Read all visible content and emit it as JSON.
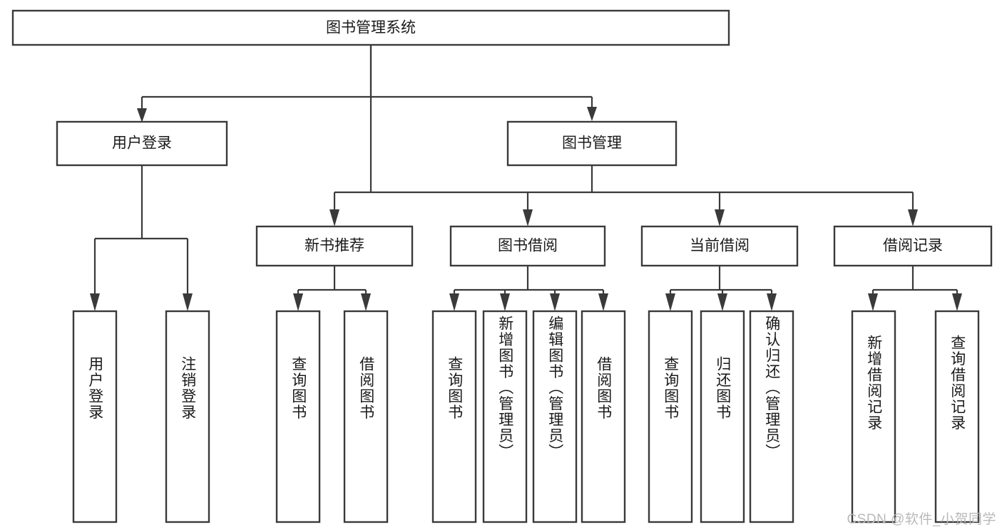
{
  "diagram": {
    "type": "tree-hierarchy",
    "title": "图书管理系统",
    "orientation": "top-down",
    "colors": {
      "box_fill": "#ffffff",
      "box_stroke": "#3a3a3a",
      "connector": "#3a3a3a",
      "text": "#1a1a1a",
      "watermark": "#b9b9b9",
      "background": "#ffffff"
    },
    "root": {
      "id": "root",
      "label": "图书管理系统",
      "text_orientation": "horizontal"
    },
    "level2": [
      {
        "id": "user-login",
        "label": "用户登录",
        "text_orientation": "horizontal"
      },
      {
        "id": "book-management",
        "label": "图书管理",
        "text_orientation": "horizontal"
      }
    ],
    "level3": [
      {
        "id": "new-book-recommend",
        "label": "新书推荐",
        "parent": "book-management",
        "text_orientation": "horizontal"
      },
      {
        "id": "book-borrow",
        "label": "图书借阅",
        "parent": "book-management",
        "text_orientation": "horizontal"
      },
      {
        "id": "current-borrow",
        "label": "当前借阅",
        "parent": "book-management",
        "text_orientation": "horizontal"
      },
      {
        "id": "borrow-record",
        "label": "借阅记录",
        "parent": "book-management",
        "text_orientation": "horizontal"
      }
    ],
    "leaves": [
      {
        "id": "leaf-user-login",
        "label": "用户登录",
        "parent": "user-login",
        "text_orientation": "vertical"
      },
      {
        "id": "leaf-user-logout",
        "label": "注销登录",
        "parent": "user-login",
        "text_orientation": "vertical"
      },
      {
        "id": "leaf-query-book-1",
        "label": "查询图书",
        "parent": "new-book-recommend",
        "text_orientation": "vertical"
      },
      {
        "id": "leaf-borrow-book-1",
        "label": "借阅图书",
        "parent": "new-book-recommend",
        "text_orientation": "vertical"
      },
      {
        "id": "leaf-query-book-2",
        "label": "查询图书",
        "parent": "book-borrow",
        "text_orientation": "vertical"
      },
      {
        "id": "leaf-add-book",
        "label": "新增图书（管理员）",
        "parent": "book-borrow",
        "text_orientation": "vertical"
      },
      {
        "id": "leaf-edit-book",
        "label": "编辑图书（管理员）",
        "parent": "book-borrow",
        "text_orientation": "vertical"
      },
      {
        "id": "leaf-borrow-book-2",
        "label": "借阅图书",
        "parent": "book-borrow",
        "text_orientation": "vertical"
      },
      {
        "id": "leaf-query-book-3",
        "label": "查询图书",
        "parent": "current-borrow",
        "text_orientation": "vertical"
      },
      {
        "id": "leaf-return-book",
        "label": "归还图书",
        "parent": "current-borrow",
        "text_orientation": "vertical"
      },
      {
        "id": "leaf-confirm-return",
        "label": "确认归还（管理员）",
        "parent": "current-borrow",
        "text_orientation": "vertical"
      },
      {
        "id": "leaf-add-record",
        "label": "新增借阅记录",
        "parent": "borrow-record",
        "text_orientation": "vertical"
      },
      {
        "id": "leaf-query-record",
        "label": "查询借阅记录",
        "parent": "borrow-record",
        "text_orientation": "vertical"
      }
    ]
  },
  "watermark": {
    "text": "CSDN @软件_小贺同学"
  }
}
